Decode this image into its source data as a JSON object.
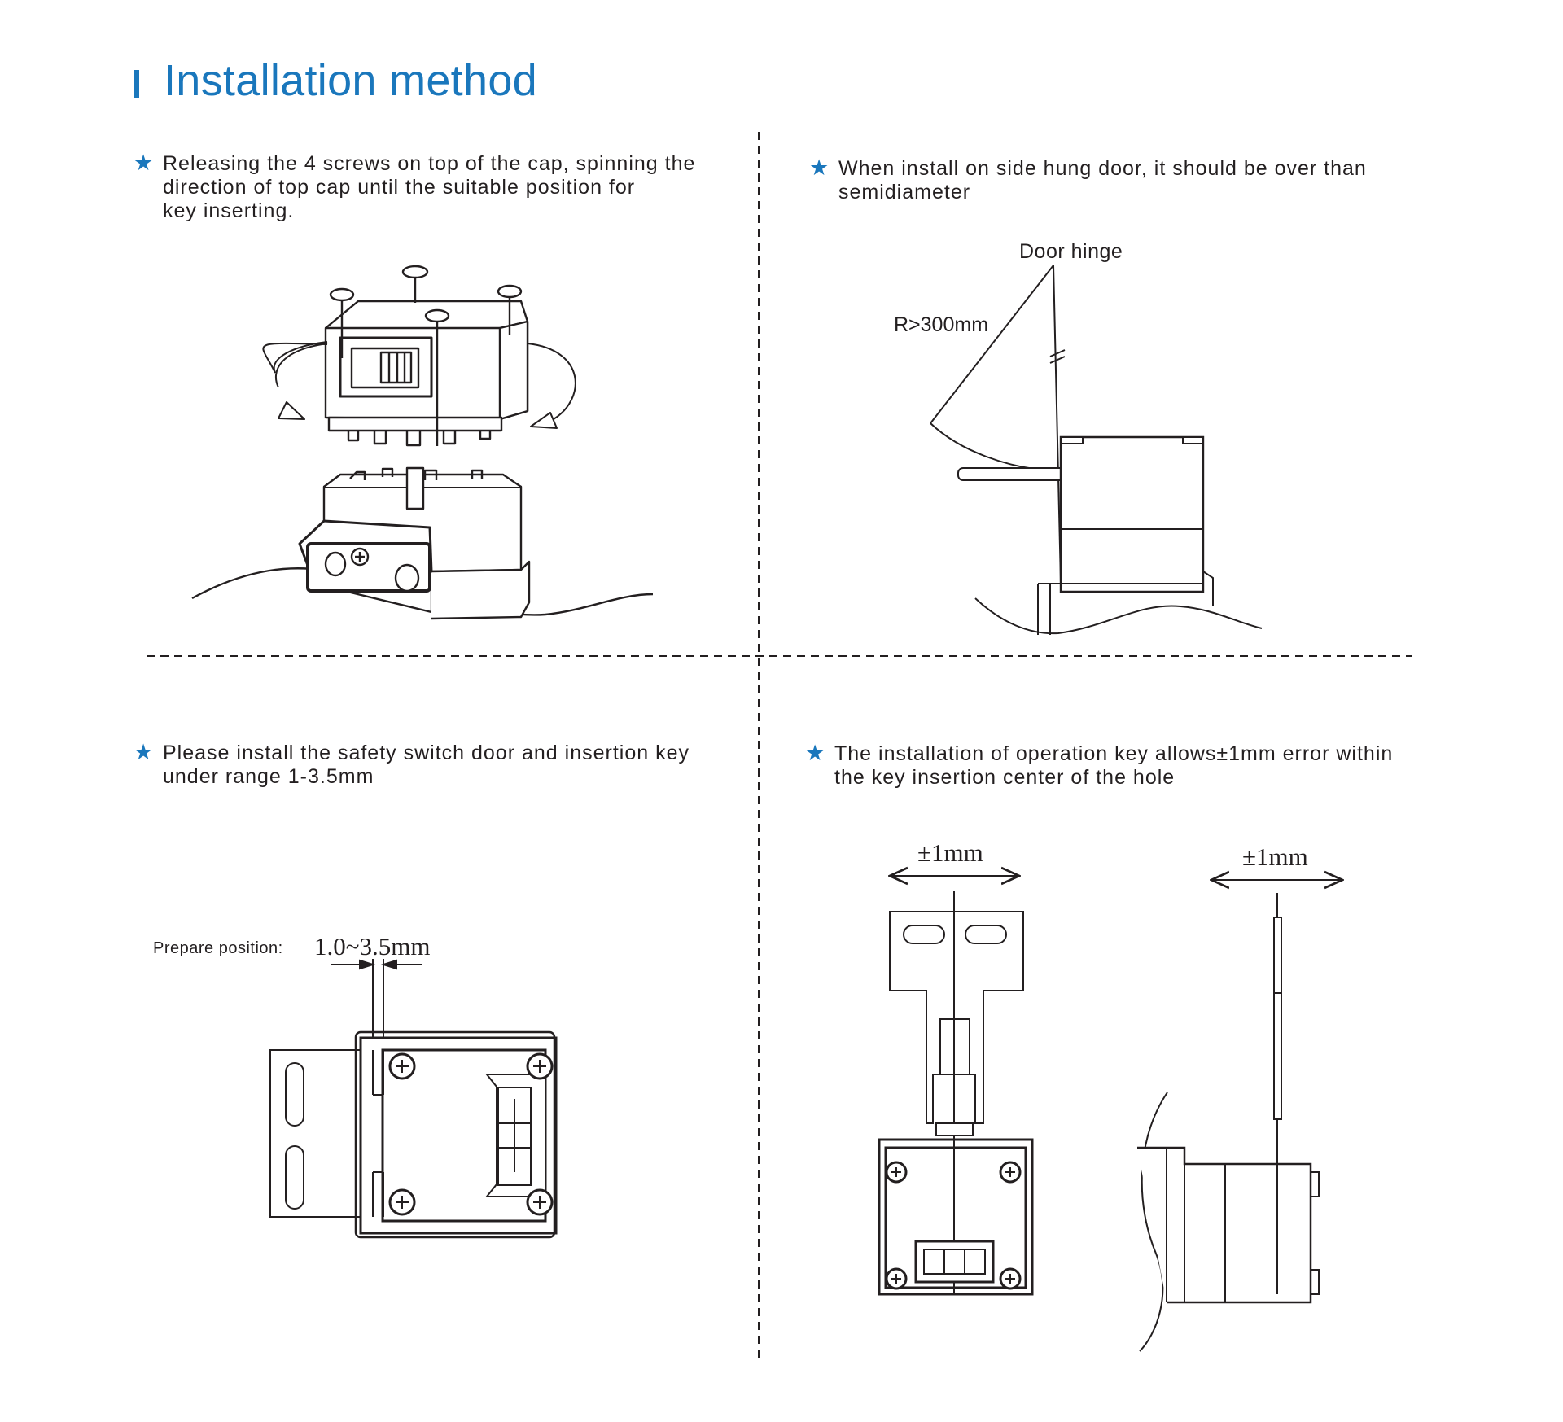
{
  "title": "Installation method",
  "sections": [
    {
      "icon": "star-icon",
      "lines": [
        "Releasing the 4 screws on top of the cap, spinning the",
        "direction of top cap until the suitable position for",
        "key inserting."
      ]
    },
    {
      "icon": "star-icon",
      "lines": [
        "When install on side hung door, it should be over than",
        "semidiameter"
      ]
    },
    {
      "icon": "star-icon",
      "lines": [
        "Please install the safety switch door and insertion key",
        "under range 1-3.5mm"
      ]
    },
    {
      "icon": "star-icon",
      "lines": [
        "The installation of operation key allows±1mm error within",
        "the key insertion center of the hole"
      ]
    }
  ],
  "labels": {
    "door_hinge": "Door hinge",
    "radius": "R>300mm",
    "prepare_position": "Prepare position:",
    "prepare_range": "1.0~3.5mm",
    "tolerance_front": "±1mm",
    "tolerance_side": "±1mm"
  },
  "colors": {
    "accent": "#1a77bc",
    "text": "#231f20",
    "line": "#231f20"
  }
}
